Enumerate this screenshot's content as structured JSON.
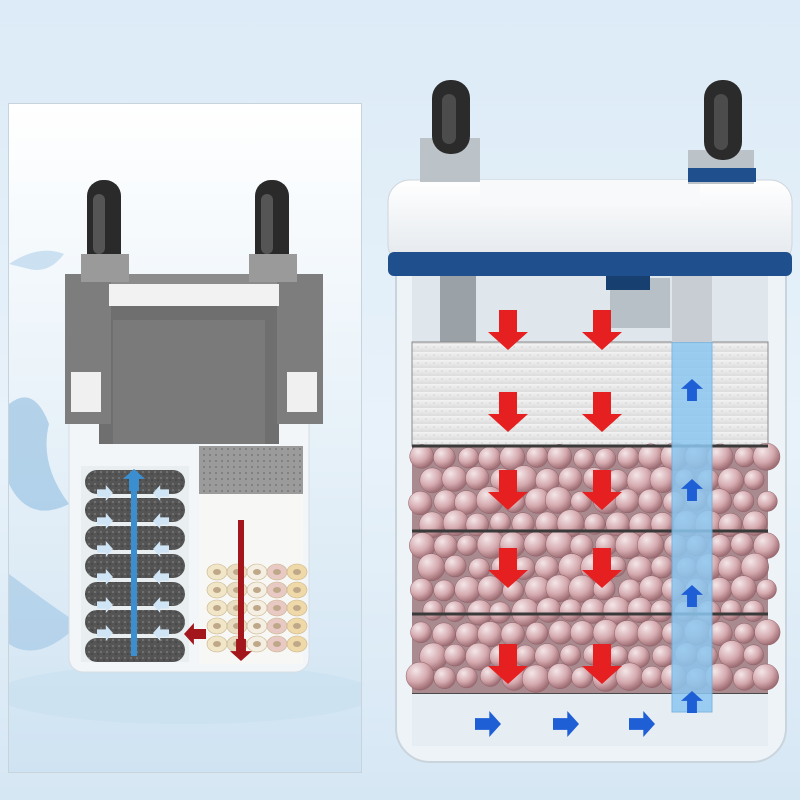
{
  "figure": {
    "left_view": {
      "caption": "",
      "media": [
        "sponge",
        "ceramic-rings"
      ],
      "flow": {
        "in": "down",
        "through_sponge": "inward",
        "return": "up"
      }
    },
    "right_view": {
      "caption": "",
      "layers": [
        "filter-cotton",
        "bio-balls",
        "bio-balls",
        "bio-balls"
      ],
      "flow": {
        "media": "down",
        "bottom": "right",
        "return_tube": "up"
      }
    }
  },
  "colors": {
    "background": "#dcebf7",
    "panel": "#ffffff",
    "lid_white": "#f4f6f8",
    "lid_band": "#1f4f8c",
    "canister": "#eef3f7",
    "down_arrow": "#e62020",
    "up_arrow": "#1e5fd6",
    "return_tube": "#8cc7f0",
    "left_down_arrow": "#a3161c",
    "left_up_arrow": "#3b8fd1",
    "sponge": "#4a4a4a",
    "ceramic": "#c89aa0"
  },
  "icons": {
    "down": "arrow-down-icon",
    "up": "arrow-up-icon",
    "right": "arrow-right-icon",
    "left": "arrow-left-icon"
  }
}
